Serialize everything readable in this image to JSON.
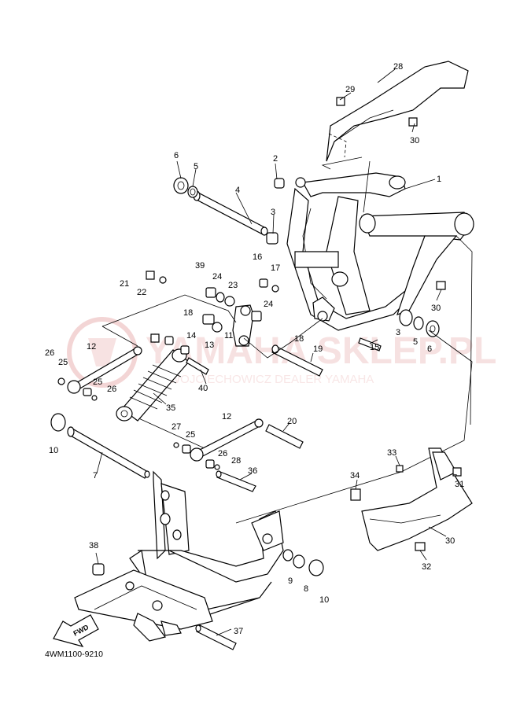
{
  "diagram": {
    "code": "4WM1100-9210",
    "fwd_label": "FWD",
    "watermark": {
      "brand": "YAMAHA SKLEP.PL",
      "subtitle": "WOJCIECHOWICZ DEALER YAMAHA"
    },
    "callouts": [
      "1",
      "2",
      "3",
      "3",
      "4",
      "5",
      "5",
      "6",
      "6",
      "7",
      "8",
      "9",
      "10",
      "10",
      "11",
      "12",
      "12",
      "13",
      "14",
      "15",
      "16",
      "17",
      "18",
      "18",
      "19",
      "20",
      "21",
      "22",
      "23",
      "24",
      "24",
      "25",
      "25",
      "25",
      "26",
      "26",
      "26",
      "27",
      "28",
      "28",
      "29",
      "30",
      "30",
      "30",
      "31",
      "32",
      "33",
      "34",
      "35",
      "36",
      "37",
      "38",
      "39",
      "40"
    ],
    "colors": {
      "line": "#000000",
      "watermark": "#e9b5b5"
    }
  }
}
